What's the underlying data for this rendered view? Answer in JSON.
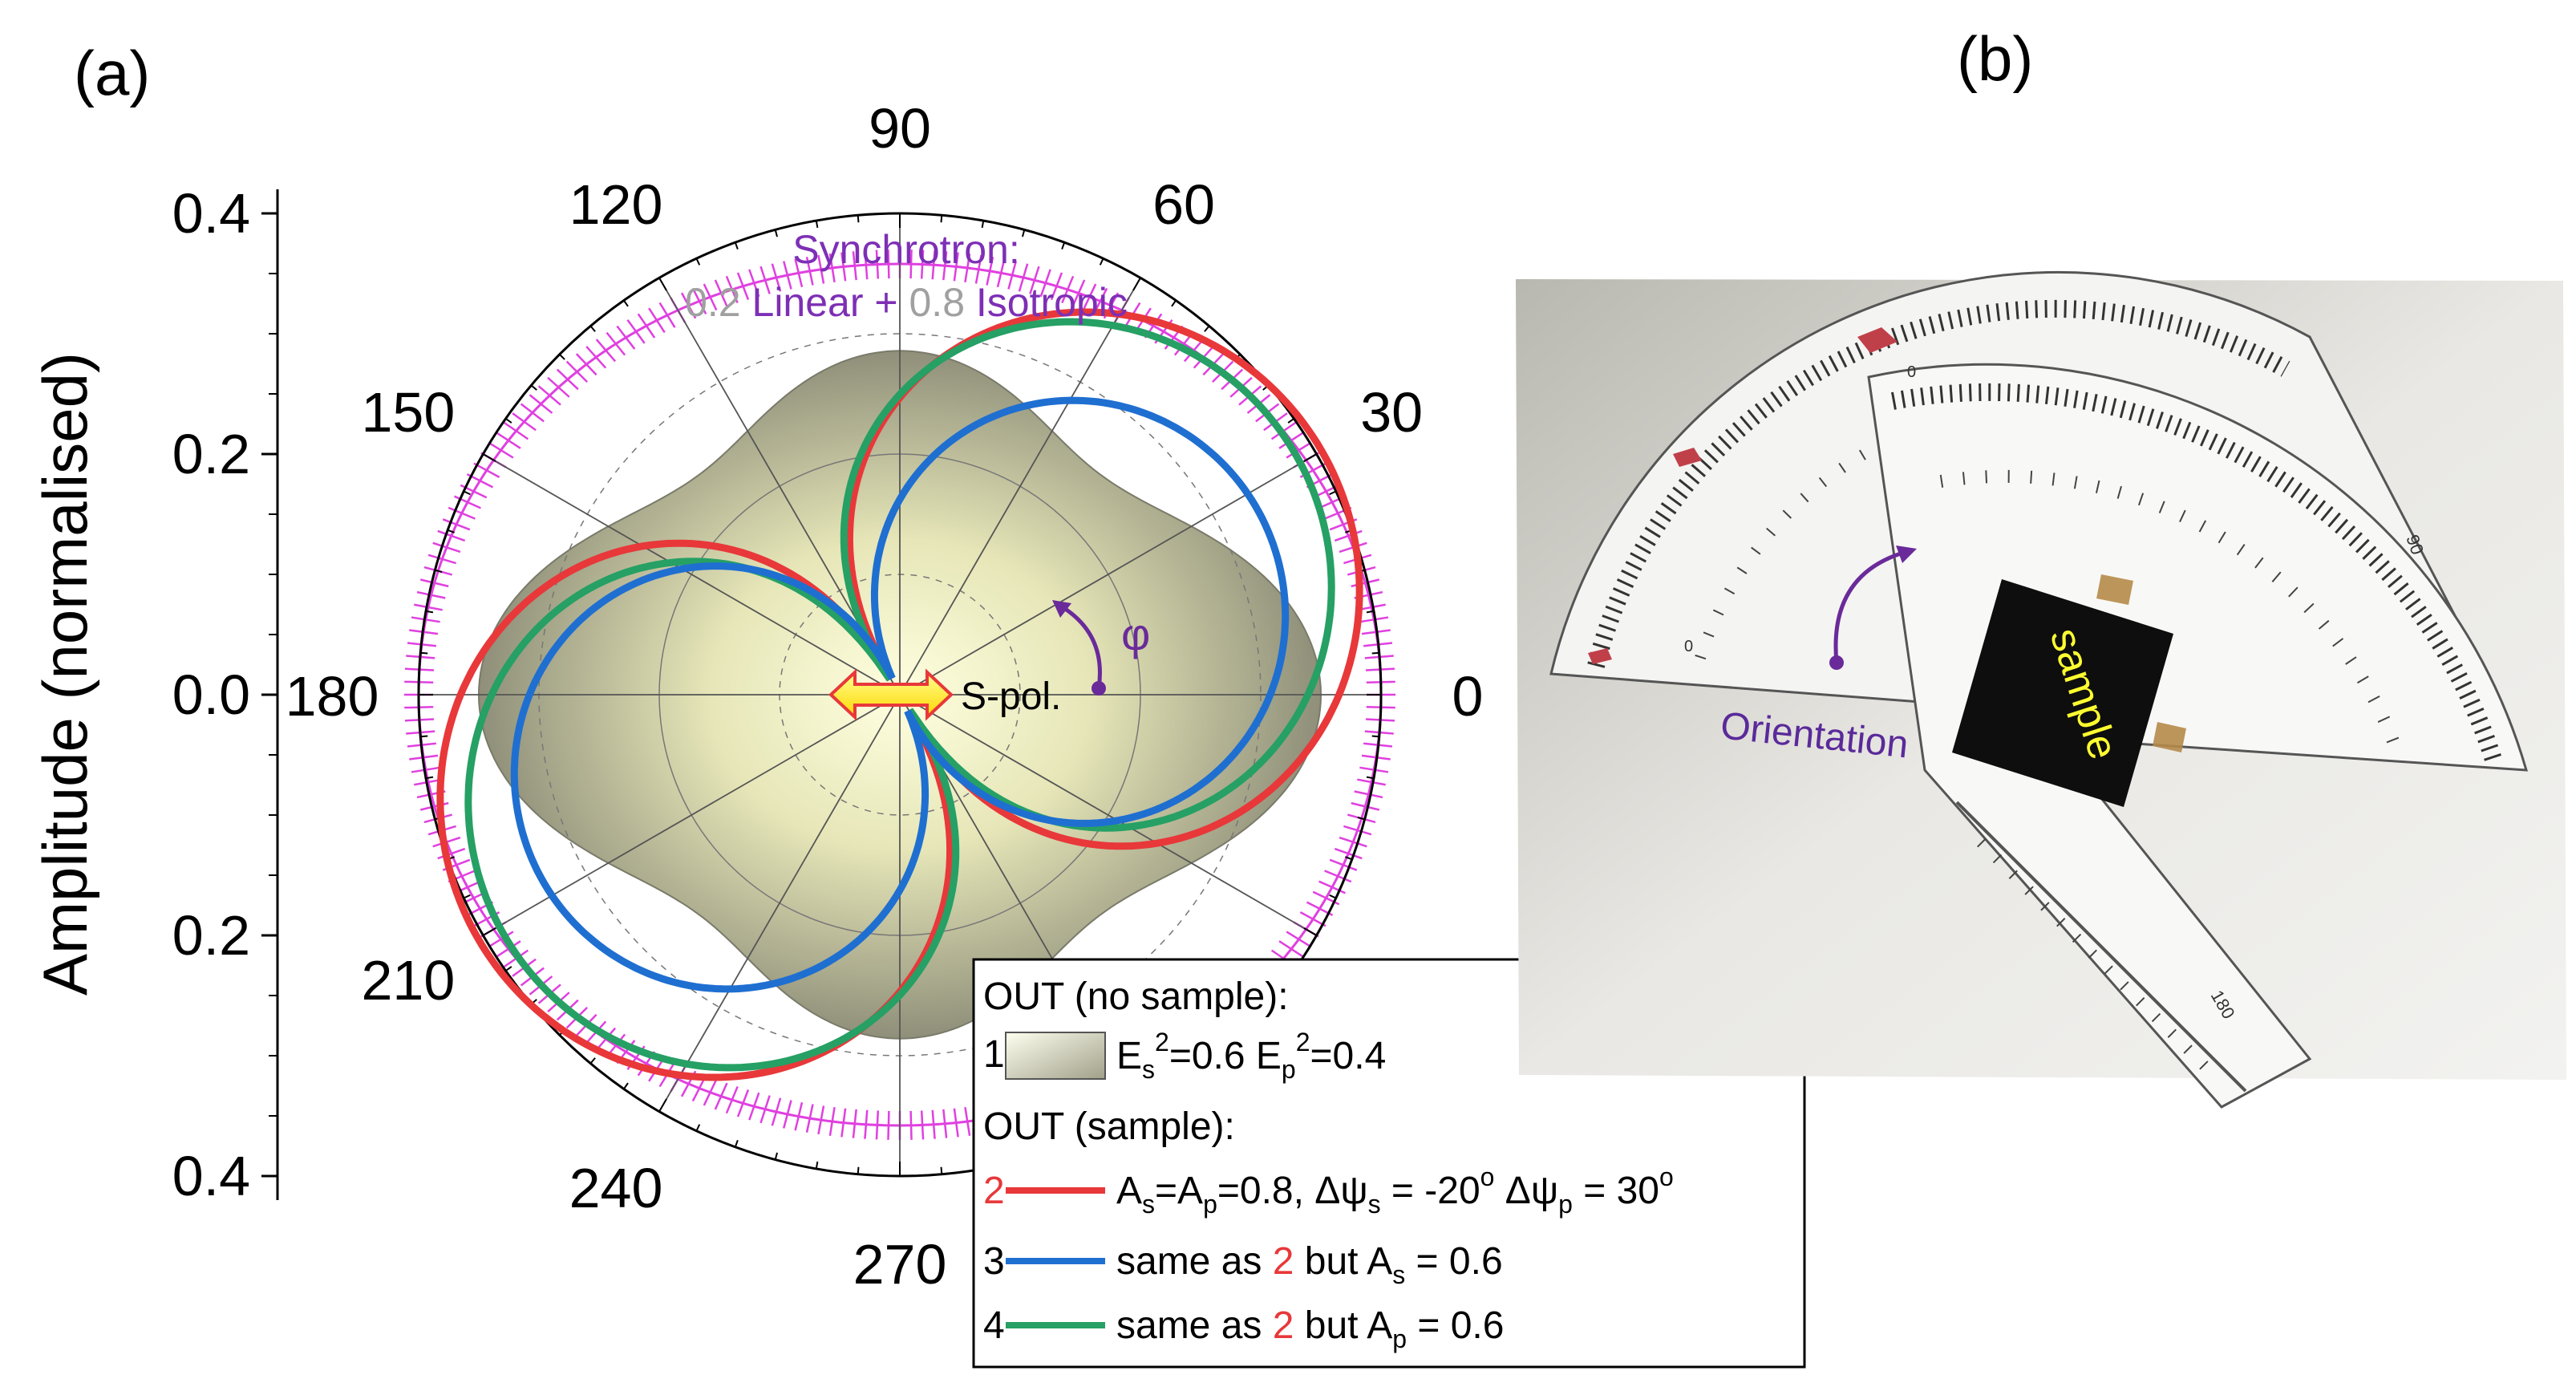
{
  "panels": {
    "a_label": "(a)",
    "b_label": "(b)"
  },
  "chart_data": {
    "type": "polar",
    "ylabel": "Amplitude (normalised)",
    "radial_axis": {
      "range": [
        0,
        0.4
      ],
      "ticks": [
        0.4,
        0.2,
        0.0,
        0.2,
        0.4
      ],
      "tick_labels": [
        "0.4",
        "0.2",
        "0.0",
        "0.2",
        "0.4"
      ]
    },
    "angular_axis": {
      "unit": "degrees",
      "ticks": [
        0,
        30,
        60,
        90,
        120,
        150,
        180,
        210,
        240,
        270
      ],
      "tick_labels": [
        "0",
        "30",
        "60",
        "90",
        "120",
        "150",
        "180",
        "210",
        "240",
        "270"
      ]
    },
    "grid": true,
    "annotations": {
      "synchrotron_title": "Synchrotron:",
      "synchrotron_w1": "0.2",
      "synchrotron_mid": " Linear + ",
      "synchrotron_w2": "0.8",
      "synchrotron_end": " Isotropic",
      "spol": "S-pol.",
      "phi": "φ"
    },
    "series": [
      {
        "id": "synchrotron",
        "formula": "r = R * sqrt(0.2*cos^2(theta) + 0.8)",
        "R_at_0_deg": 0.4,
        "R_at_90_deg": 0.358,
        "color": "#e040e0",
        "style": "hatched"
      },
      {
        "id": "1",
        "formula": "r = sqrt(Es2*cos^2(theta) + Ep2*sin^2(theta))",
        "params": {
          "Es2": 0.6,
          "Ep2": 0.4
        },
        "r_at_0_deg": 0.35,
        "color": "#c8c8a0",
        "style": "filled"
      },
      {
        "id": "2",
        "params": {
          "As": 0.8,
          "Ap": 0.8,
          "dpsi_s": -20,
          "dpsi_p": 30
        },
        "r_max": 0.39,
        "r_max_angle_deg": 30,
        "r_min_angle_deg": 120,
        "color": "#e8383a"
      },
      {
        "id": "3",
        "params": {
          "As": 0.6,
          "Ap": 0.8,
          "dpsi_s": -20,
          "dpsi_p": 30
        },
        "r_max": 0.32,
        "r_max_angle_deg": 25,
        "r_min_angle_deg": 120,
        "color": "#1f6fd1"
      },
      {
        "id": "4",
        "params": {
          "As": 0.8,
          "Ap": 0.6,
          "dpsi_s": -20,
          "dpsi_p": 30
        },
        "r_max": 0.37,
        "r_max_angle_deg": 33,
        "r_min_angle_deg": 120,
        "color": "#26a064"
      }
    ],
    "legend": {
      "placement": "bottom-right",
      "header1": "OUT (no sample):",
      "item1_num": "1",
      "item1_text_a": "E",
      "item1_sub_a": "s",
      "item1_sup_a": "2",
      "item1_text_b": "=0.6 E",
      "item1_sub_b": "p",
      "item1_sup_b": "2",
      "item1_text_c": "=0.4",
      "header2": "OUT (sample):",
      "item2_num": "2",
      "item2_t1": "A",
      "item2_s1": "s",
      "item2_t2": "=A",
      "item2_s2": "p",
      "item2_t3": "=0.8, Δψ",
      "item2_s3": "s",
      "item2_t4": " = -20",
      "item2_sup4": "o",
      "item2_t5": " Δψ",
      "item2_s5": "p",
      "item2_t6": " = 30",
      "item2_sup6": "o",
      "item3_num": "3",
      "item3_t1": "same as ",
      "item3_ref": "2",
      "item3_t2": " but A",
      "item3_sub": "s",
      "item3_t3": " = 0.6",
      "item4_num": "4",
      "item4_t1": "same as ",
      "item4_ref": "2",
      "item4_t2": " but A",
      "item4_sub": "p",
      "item4_t3": " = 0.6",
      "ref_color": "#e8383a"
    }
  },
  "photo": {
    "sample_label": "sample",
    "orientation_label": "Orientation",
    "protractor_marks": [
      "0",
      "0",
      "90",
      "180"
    ]
  }
}
